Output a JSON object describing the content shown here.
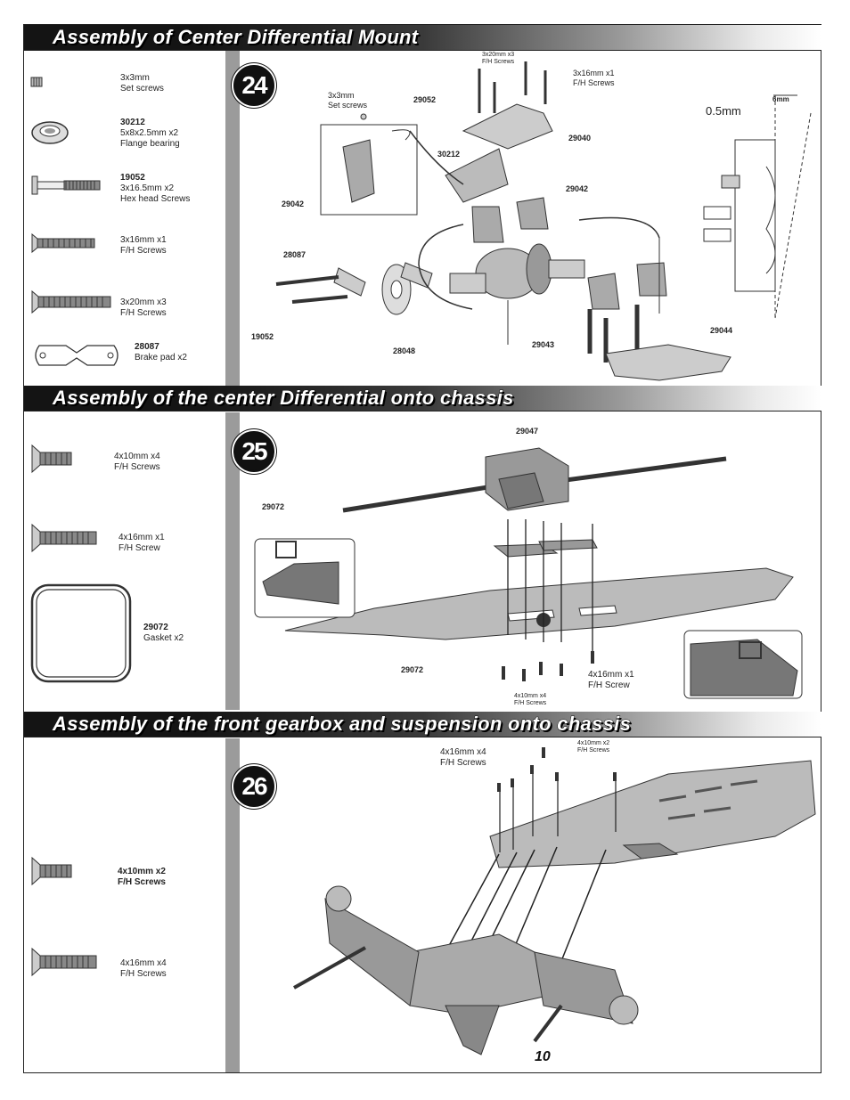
{
  "sections": [
    {
      "title": "Assembly of Center Differential Mount",
      "step": "24"
    },
    {
      "title": "Assembly of the center Differential onto chassis",
      "step": "25"
    },
    {
      "title": "Assembly of the front gearbox and suspension onto chassis",
      "step": "26"
    }
  ],
  "s24_parts": [
    {
      "code": "",
      "l1": "3x3mm",
      "l2": "Set screws"
    },
    {
      "code": "30212",
      "l1": "5x8x2.5mm x2",
      "l2": "Flange bearing"
    },
    {
      "code": "19052",
      "l1": "3x16.5mm x2",
      "l2": "Hex head Screws"
    },
    {
      "code": "",
      "l1": "3x16mm x1",
      "l2": "F/H Screws"
    },
    {
      "code": "",
      "l1": "3x20mm x3",
      "l2": "F/H Screws"
    },
    {
      "code": "28087",
      "l1": "Brake pad x2",
      "l2": ""
    }
  ],
  "s24_labels": {
    "setscrews_1": "3x3mm",
    "setscrews_2": "Set screws",
    "p29052": "29052",
    "p30212": "30212",
    "p29042a": "29042",
    "p29042b": "29042",
    "p29040": "29040",
    "p28087": "28087",
    "p19052": "19052",
    "p28048": "28048",
    "p29043": "29043",
    "p29044": "29044",
    "top_small_1": "3x20mm x3",
    "top_small_2": "F/H Screws",
    "top_1": "3x16mm x1",
    "top_2": "F/H Screws",
    "gap": "0.5mm",
    "width": "6mm"
  },
  "s25_parts": [
    {
      "code": "",
      "l1": "4x10mm x4",
      "l2": "F/H Screws"
    },
    {
      "code": "",
      "l1": "4x16mm x1",
      "l2": "F/H Screw"
    },
    {
      "code": "29072",
      "l1": "Gasket x2",
      "l2": ""
    }
  ],
  "s25_labels": {
    "p29047": "29047",
    "p29072a": "29072",
    "p29072b": "29072",
    "screw16_1": "4x16mm x1",
    "screw16_2": "F/H Screw",
    "screw10_1": "4x10mm x4",
    "screw10_2": "F/H Screws"
  },
  "s26_parts": [
    {
      "code": "",
      "l1": "4x10mm x2",
      "l2": "F/H Screws"
    },
    {
      "code": "",
      "l1": "4x16mm x4",
      "l2": "F/H Screws"
    }
  ],
  "s26_labels": {
    "screw16_1": "4x16mm x4",
    "screw16_2": "F/H Screws",
    "screw10_1": "4x10mm x2",
    "screw10_2": "F/H Screws"
  },
  "page_number": "10"
}
